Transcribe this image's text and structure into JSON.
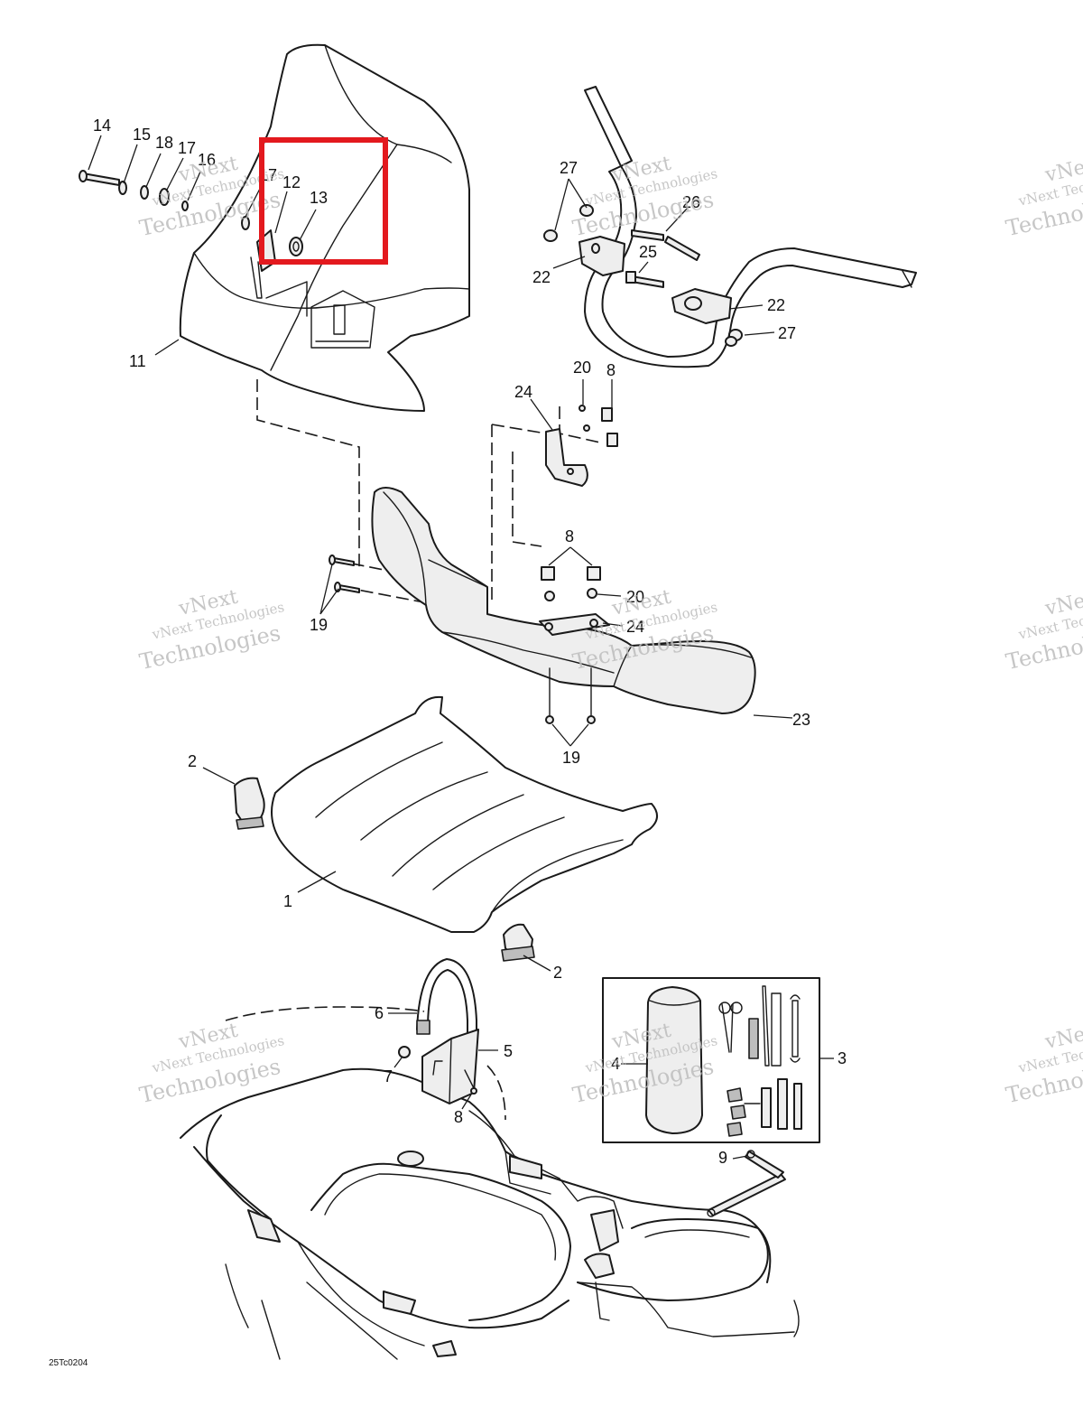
{
  "diagram": {
    "callouts": {
      "c1": "1",
      "c2a": "2",
      "c2b": "2",
      "c3": "3",
      "c4": "4",
      "c5": "5",
      "c6": "6",
      "c7": "7",
      "c8a": "8",
      "c8b": "8",
      "c8c": "8",
      "c9": "9",
      "c11": "11",
      "c12": "12",
      "c13": "13",
      "c14": "14",
      "c15": "15",
      "c16": "16",
      "c17a": "17",
      "c17b": "17",
      "c18": "18",
      "c19a": "19",
      "c19b": "19",
      "c20a": "20",
      "c20b": "20",
      "c22a": "22",
      "c22b": "22",
      "c23": "23",
      "c24a": "24",
      "c24b": "24",
      "c25": "25",
      "c26": "26",
      "c27a": "27",
      "c27b": "27"
    },
    "watermark": {
      "line1": "vNext",
      "line2": "vNext Technologies",
      "line3": "Technologies"
    },
    "drawing_code": "25Tc0204",
    "highlight_color": "#e3191e"
  }
}
